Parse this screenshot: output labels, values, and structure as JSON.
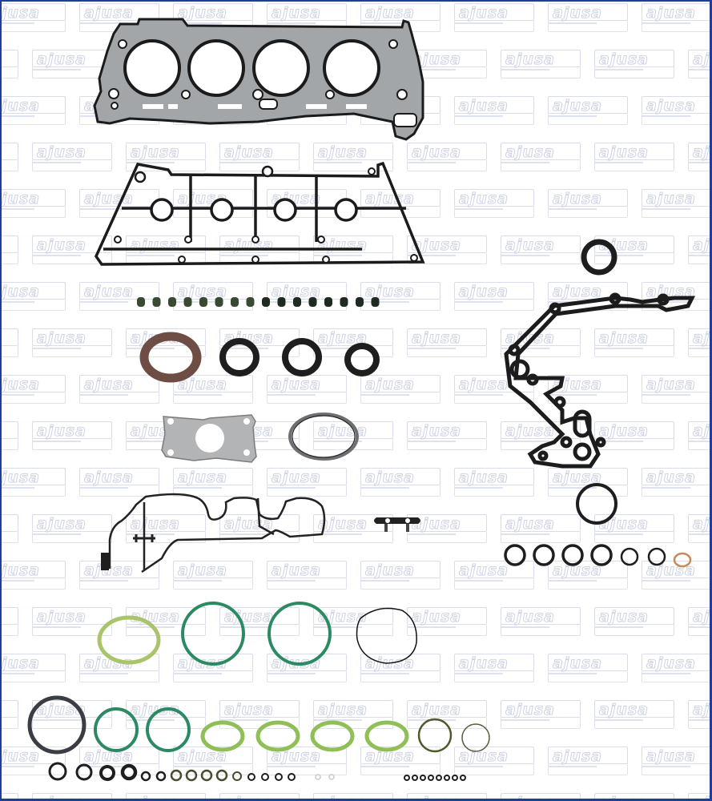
{
  "image": {
    "kind": "product-photo",
    "subject": "engine full gasket set",
    "watermark_text": "ajusa",
    "border_color": "#1d3f9a",
    "background": "#ffffff"
  },
  "parts": [
    {
      "name": "cylinder-head-gasket",
      "count": 1,
      "color": "#8f9296"
    },
    {
      "name": "valve-cover-gasket",
      "count": 1,
      "color": "#2a2a2a"
    },
    {
      "name": "valve-stem-seals",
      "count": 16,
      "colors": [
        "#3a4a32",
        "#1f2a22"
      ]
    },
    {
      "name": "crankshaft-seal-brown",
      "count": 1,
      "color": "#6b4a42"
    },
    {
      "name": "shaft-seals-black",
      "count": 3,
      "color": "#1e1e1e"
    },
    {
      "name": "exhaust-flange-gasket",
      "count": 1,
      "color": "#a9a9a9"
    },
    {
      "name": "exhaust-ring-gasket",
      "count": 1,
      "color": "#6d6d6d"
    },
    {
      "name": "camshaft-seal",
      "count": 1,
      "color": "#1e1e1e"
    },
    {
      "name": "timing-cover-gasket",
      "count": 1,
      "color": "#1c1c1c"
    },
    {
      "name": "oil-pan-seal-outline",
      "count": 1,
      "color": "#2a2a2a"
    },
    {
      "name": "small-connector-gasket",
      "count": 1,
      "color": "#222222"
    },
    {
      "name": "o-ring-large-black",
      "count": 1,
      "color": "#1e1e1e"
    },
    {
      "name": "o-rings-black-row",
      "count": 6,
      "color": "#1e1e1e"
    },
    {
      "name": "copper-washer",
      "count": 1,
      "color": "#c98a5a"
    },
    {
      "name": "intake-ring-light-green",
      "count": 1,
      "color": "#a9c46a"
    },
    {
      "name": "o-rings-green-large",
      "count": 2,
      "color": "#2b8a62"
    },
    {
      "name": "thin-o-ring-black",
      "count": 1,
      "color": "#111111"
    },
    {
      "name": "o-ring-dark-grey",
      "count": 1,
      "color": "#3a3d44"
    },
    {
      "name": "o-rings-green-medium",
      "count": 2,
      "color": "#2b8a62"
    },
    {
      "name": "intake-rings-green",
      "count": 4,
      "color": "#8fbf56"
    },
    {
      "name": "o-ring-olive",
      "count": 1,
      "color": "#4d5a2c"
    },
    {
      "name": "o-ring-olive-thin",
      "count": 1,
      "color": "#5a5a3a"
    },
    {
      "name": "small-o-rings-bottom-row",
      "count": 17,
      "color": "#1e1e1e"
    },
    {
      "name": "tiny-o-rings-grey",
      "count": 4,
      "color": "#c9c9c9"
    },
    {
      "name": "tiny-o-rings-black",
      "count": 8,
      "color": "#1e1e1e"
    }
  ]
}
